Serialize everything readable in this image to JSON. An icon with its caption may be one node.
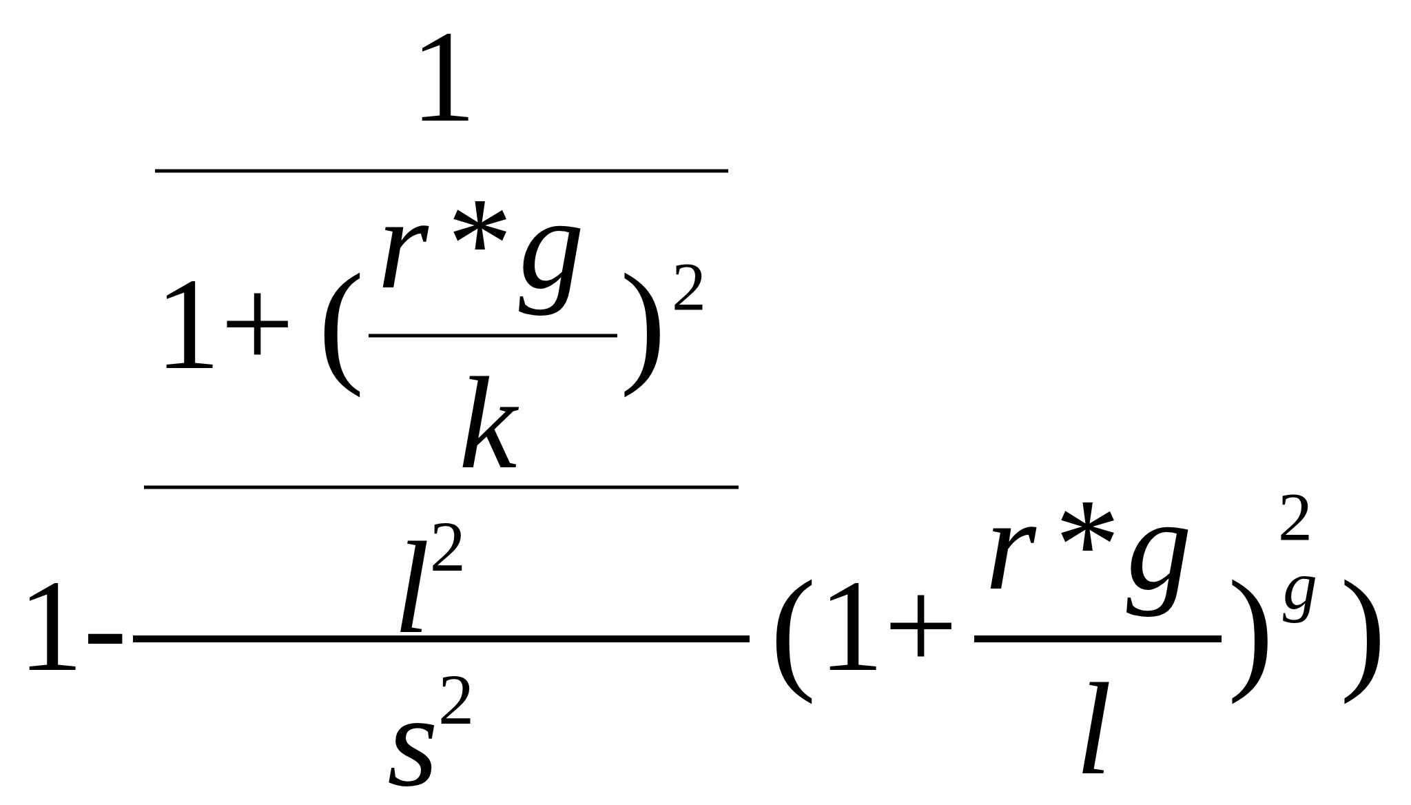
{
  "diagram": {
    "labels": [
      "1",
      "1+",
      "(",
      "r*g",
      ")",
      "2",
      "k",
      "*l*$^{2}$",
      "1-",
      "(",
      "1+",
      "r*g",
      ")",
      "2",
      "g",
      ")",
      "*s*$^{2}$",
      "l"
    ]
  }
}
